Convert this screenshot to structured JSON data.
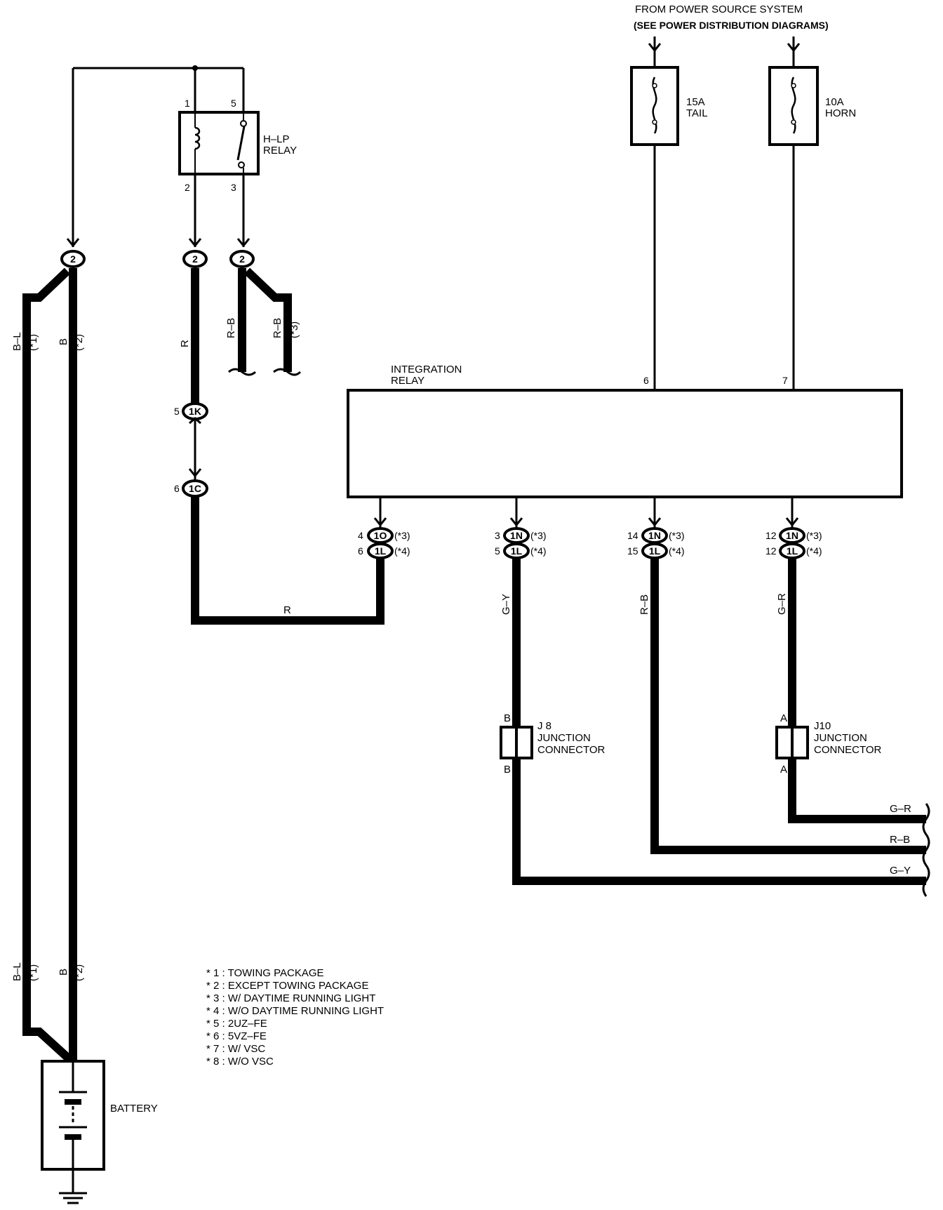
{
  "header": {
    "line1": "FROM POWER SOURCE SYSTEM",
    "line2": "(SEE POWER DISTRIBUTION DIAGRAMS)"
  },
  "fuses": {
    "tail": {
      "amp": "15A",
      "name": "TAIL"
    },
    "horn": {
      "amp": "10A",
      "name": "HORN"
    }
  },
  "hlp_relay": {
    "line1": "H–LP",
    "line2": "RELAY",
    "pins": {
      "p1": "1",
      "p5": "5",
      "p2": "2",
      "p3": "3"
    }
  },
  "connectors": {
    "c2": "2",
    "c1k": "1K",
    "c1c": "1C",
    "c1o": "1O",
    "c1l": "1L",
    "c1n": "1N"
  },
  "wires": {
    "bl_top": "B–L",
    "bl_top_note": "(*1)",
    "b_top": "B",
    "b_top_note": "(*2)",
    "r_vertical": "R",
    "rb_left": "R–B",
    "rb_right": "R–B",
    "rb_right_note": "(*3)",
    "r_horizontal": "R",
    "gy_vertical": "G–Y",
    "rb_vertical": "R–B",
    "gr_vertical": "G–R",
    "bl_bottom": "B–L",
    "bl_bottom_note": "(*1)",
    "b_bottom": "B",
    "b_bottom_note": "(*2)",
    "gr_out": "G–R",
    "rb_out": "R–B",
    "gy_out": "G–Y"
  },
  "pins": {
    "p5_1k": "5",
    "p6_1c": "6",
    "ir_top6": "6",
    "ir_top7": "7",
    "c1_top": "4",
    "c1_bot": "6",
    "c2_top": "3",
    "c2_bot": "5",
    "c3_top": "14",
    "c3_bot": "15",
    "c4_top": "12",
    "c4_bot": "12"
  },
  "variant_tags": {
    "w_drl": "(*3)",
    "wo_drl": "(*4)"
  },
  "integration_relay": {
    "line1": "INTEGRATION",
    "line2": "RELAY"
  },
  "junctions": {
    "j8": {
      "id": "J 8",
      "line1": "JUNCTION",
      "line2": "CONNECTOR",
      "pin_top": "B",
      "pin_bot": "B"
    },
    "j10": {
      "id": "J10",
      "line1": "JUNCTION",
      "line2": "CONNECTOR",
      "pin_top": "A",
      "pin_bot": "A"
    }
  },
  "battery": {
    "label": "BATTERY"
  },
  "notes": [
    "* 1 : TOWING PACKAGE",
    "* 2 : EXCEPT TOWING PACKAGE",
    "* 3 : W/ DAYTIME RUNNING LIGHT",
    "* 4 : W/O DAYTIME RUNNING LIGHT",
    "* 5 : 2UZ–FE",
    "* 6 : 5VZ–FE",
    "* 7 : W/ VSC",
    "* 8 : W/O VSC"
  ]
}
